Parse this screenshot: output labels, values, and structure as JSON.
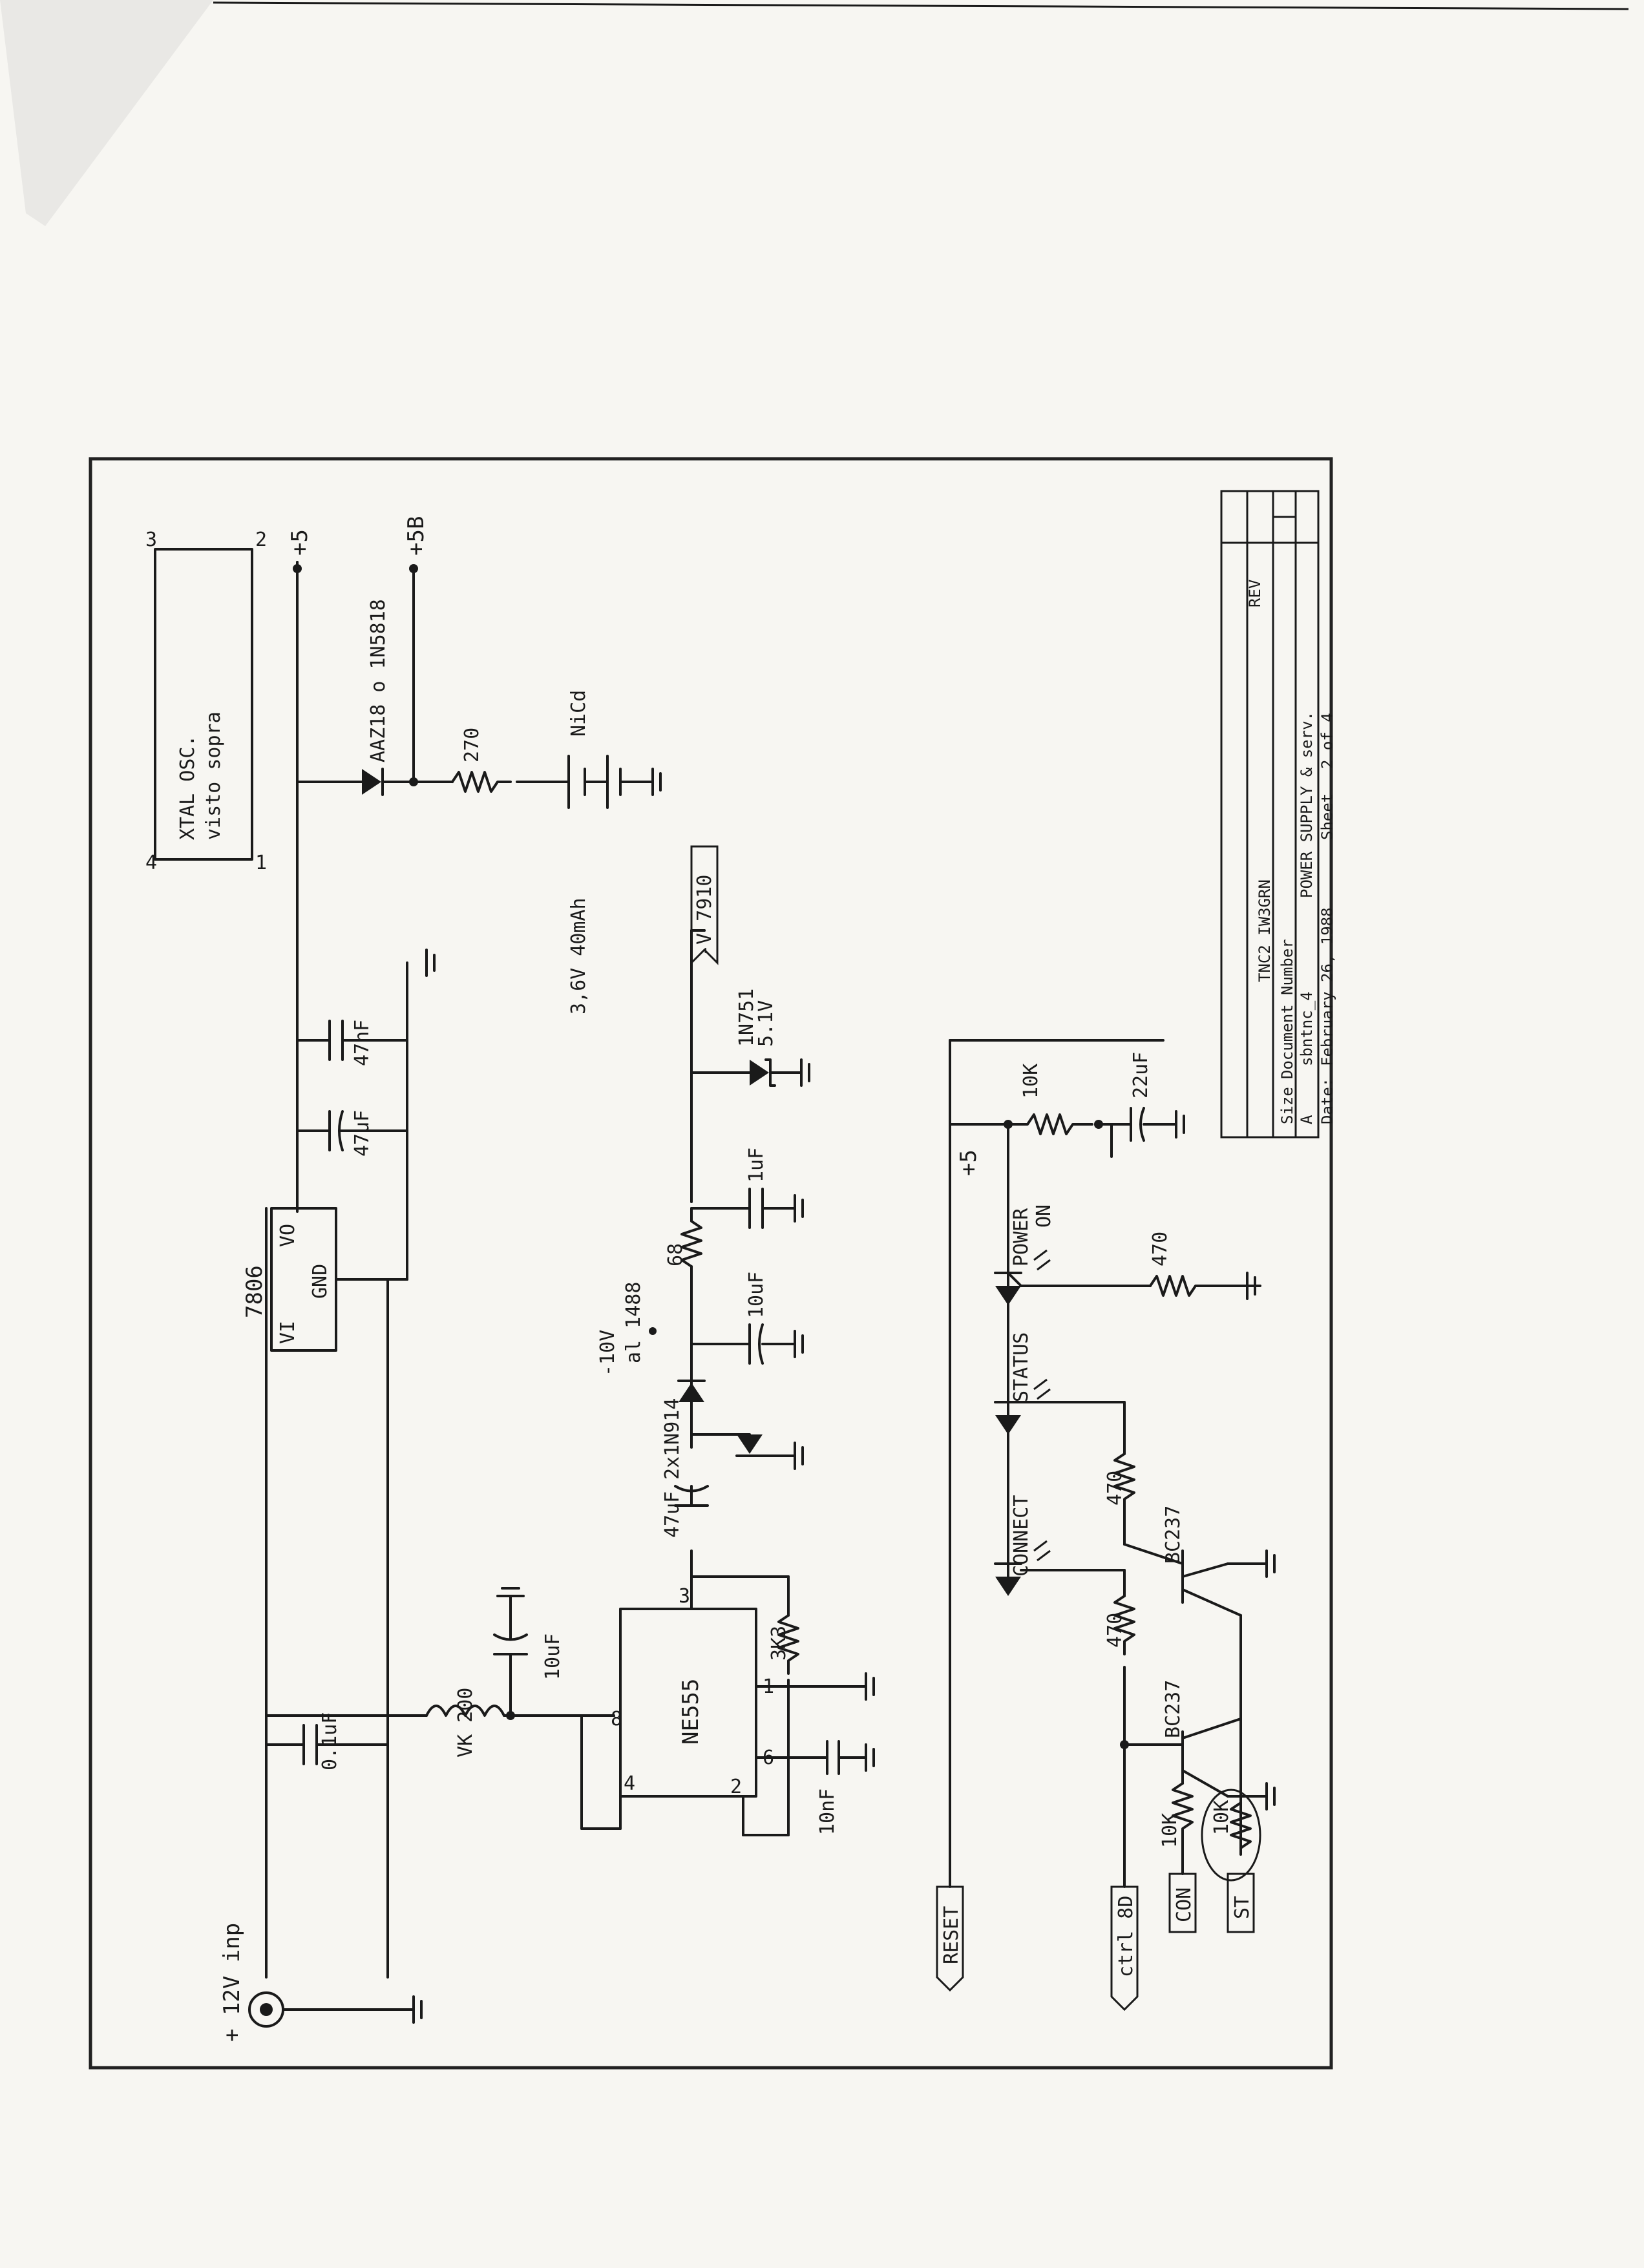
{
  "schematic": {
    "title_block": {
      "title": "TNC2 IW3GRN",
      "size_label": "Size",
      "size_value": "A",
      "doc_number_label": "Document Number",
      "doc_number": "sbntnc_4",
      "doc_title": "POWER SUPPLY & serv.",
      "rev_label": "REV",
      "date_label": "Date:",
      "date_value": "February 26, 1988",
      "sheet_label": "Sheet",
      "sheet_value": "2 of 4"
    },
    "power": {
      "input_label": "+ 12V inp",
      "regulator": "7806",
      "reg_vi": "VI",
      "reg_vo": "VO",
      "reg_gnd": "GND",
      "rail_5v": "+5",
      "rail_5b": "+5B",
      "cap_input": "0.1uF",
      "cap_out1": "47uF",
      "cap_out2": "47nF",
      "diode": "AAZ18  o 1N5818",
      "resistor_batt": "270",
      "battery": "NiCd",
      "battery_rating": "3,6V 40mAh"
    },
    "crystal": {
      "label_line1": "XTAL OSC.",
      "label_line2": "visto sopra",
      "pins": [
        "4",
        "3",
        "2",
        "1"
      ]
    },
    "negative_supply": {
      "inductor": "VK 200",
      "cap_timer": "10uF",
      "timer": "NE555",
      "timer_pins": [
        "8",
        "4",
        "3",
        "1",
        "6",
        "2"
      ],
      "resistor_3k3": "3K3",
      "cap_10nf": "10nF",
      "cap_pump": "47uF",
      "diodes": "2x1N914",
      "note_line1": "-10V",
      "note_line2": "al 1488",
      "resistor_68": "68",
      "cap_10uf": "10uF",
      "cap_1uf": "1uF",
      "zener": "1N751",
      "zener_v": "5.1V",
      "output": "-V 7910"
    },
    "indicators": {
      "rail": "+5",
      "res_10k": "10K",
      "cap_22uf": "22uF",
      "led_power_1": "POWER",
      "led_power_2": "ON",
      "res_470_power": "470",
      "led_status": "STATUS",
      "led_connect": "CONNECT",
      "res_470_status": "470",
      "res_470_connect": "470",
      "transistor_1": "BC237",
      "transistor_2": "BC237",
      "res_10k_a": "10K",
      "res_10k_b": "10K",
      "signal_reset": "RESET",
      "signal_ctrl": "ctrl 8D",
      "signal_con": "CON",
      "signal_st": "ST"
    }
  }
}
